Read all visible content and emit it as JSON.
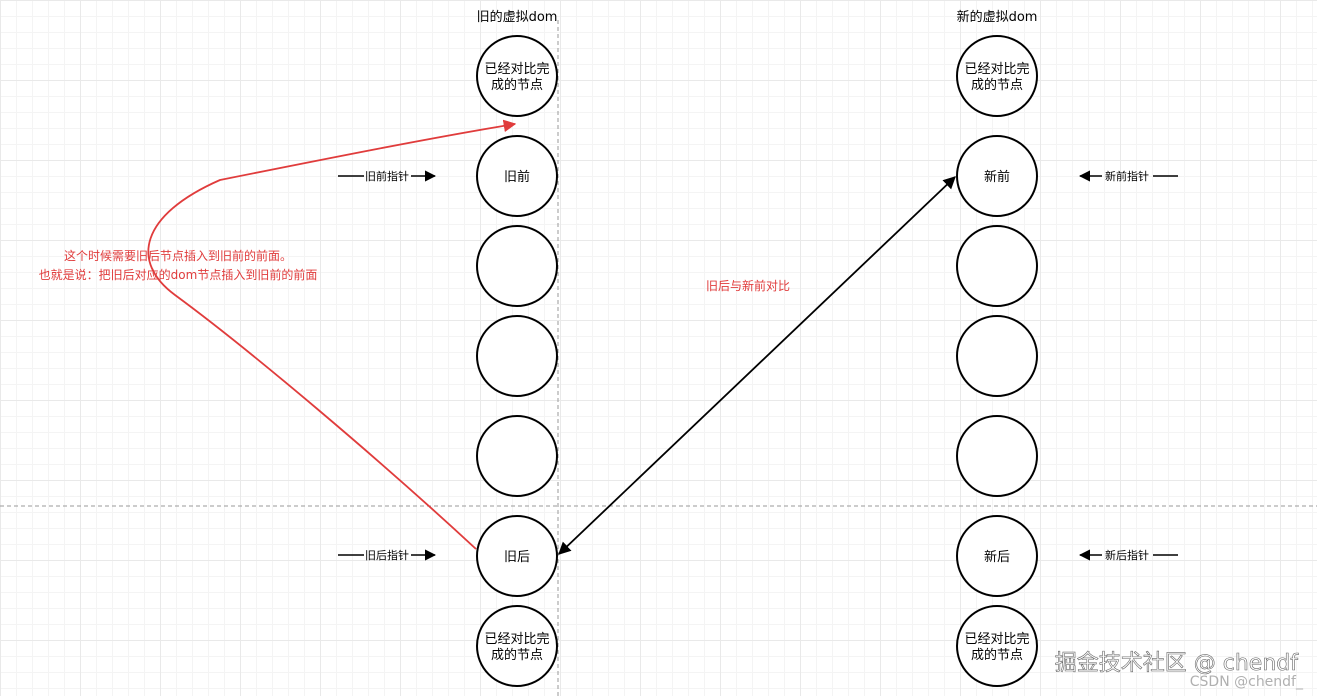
{
  "old_column": {
    "title": "旧的虚拟dom",
    "nodes": [
      "已经对比完\n成的节点",
      "旧前",
      "",
      "",
      "",
      "旧后",
      "已经对比完\n成的节点"
    ]
  },
  "new_column": {
    "title": "新的虚拟dom",
    "nodes": [
      "已经对比完\n成的节点",
      "新前",
      "",
      "",
      "",
      "新后",
      "已经对比完\n成的节点"
    ]
  },
  "pointers": {
    "old_front": "旧前指针",
    "old_back": "旧后指针",
    "new_front": "新前指针",
    "new_back": "新后指针"
  },
  "annotations": {
    "move_line1": "这个时候需要旧后节点插入到旧前的前面。",
    "move_line2": "也就是说：把旧后对应的dom节点插入到旧前的前面",
    "compare": "旧后与新前对比"
  },
  "watermark": {
    "main": "掘金技术社区 @ chendf",
    "sub": "CSDN @chendf_"
  },
  "colors": {
    "red": "#e03c3c",
    "black": "#000000"
  }
}
